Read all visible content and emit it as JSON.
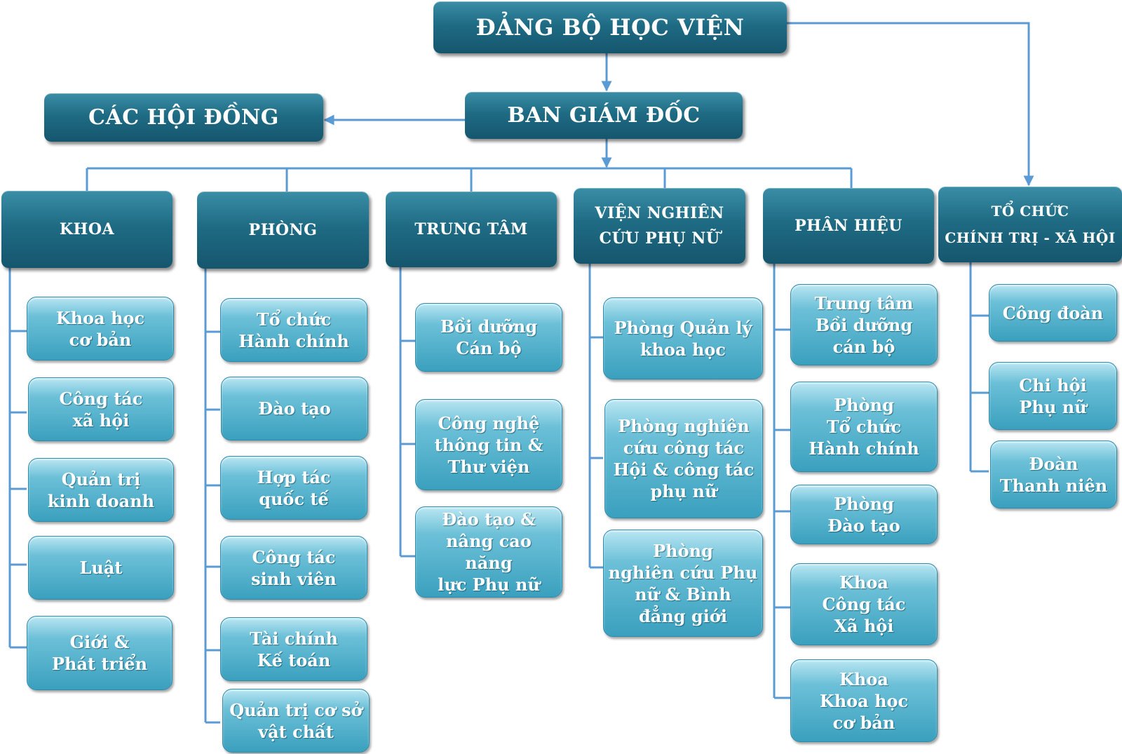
{
  "colors": {
    "line": "#5b9bd5",
    "header_dark": "#15566d",
    "header_light": "#3a8ea6",
    "child_light": "#b9e6f2",
    "child_dark": "#3aa0be",
    "text": "#ffffff"
  },
  "top": {
    "party": "ĐẢNG BỘ HỌC VIỆN",
    "board": "BAN GIÁM ĐỐC",
    "councils": "CÁC HỘI ĐỒNG"
  },
  "groups": [
    {
      "title": "KHOA",
      "items": [
        "Khoa học\ncơ bản",
        "Công tác\nxã hội",
        "Quản trị\nkinh doanh",
        "Luật",
        "Giới &\nPhát triển"
      ]
    },
    {
      "title": "PHÒNG",
      "items": [
        "Tổ chức\nHành chính",
        "Đào tạo",
        "Hợp tác\nquốc tế",
        "Công tác\nsinh viên",
        "Tài chính\nKế toán",
        "Quản trị cơ sở\nvật chất"
      ]
    },
    {
      "title": "TRUNG TÂM",
      "items": [
        "Bồi dưỡng\nCán bộ",
        "Công nghệ\nthông tin &\nThư viện",
        "Đào tạo &\nnâng cao năng\nlực Phụ nữ"
      ]
    },
    {
      "title": "VIỆN NGHIÊN\nCỨU PHỤ NỮ",
      "items": [
        "Phòng Quản lý\nkhoa học",
        "Phòng nghiên\ncứu công tác\nHội & công tác\nphụ nữ",
        "Phòng\nnghiên cứu Phụ\nnữ & Bình\nđẳng giới"
      ]
    },
    {
      "title": "PHÂN HIỆU",
      "items": [
        "Trung tâm\nBồi dưỡng\ncán bộ",
        "Phòng\nTổ chức\nHành chính",
        "Phòng\nĐào tạo",
        "Khoa\nCông tác\nXã hội",
        "Khoa\nKhoa học\ncơ bản"
      ]
    },
    {
      "title": "TỔ CHỨC\nCHÍNH TRỊ - XÃ HỘI",
      "items": [
        "Công đoàn",
        "Chi hội\nPhụ nữ",
        "Đoàn\nThanh niên"
      ]
    }
  ]
}
